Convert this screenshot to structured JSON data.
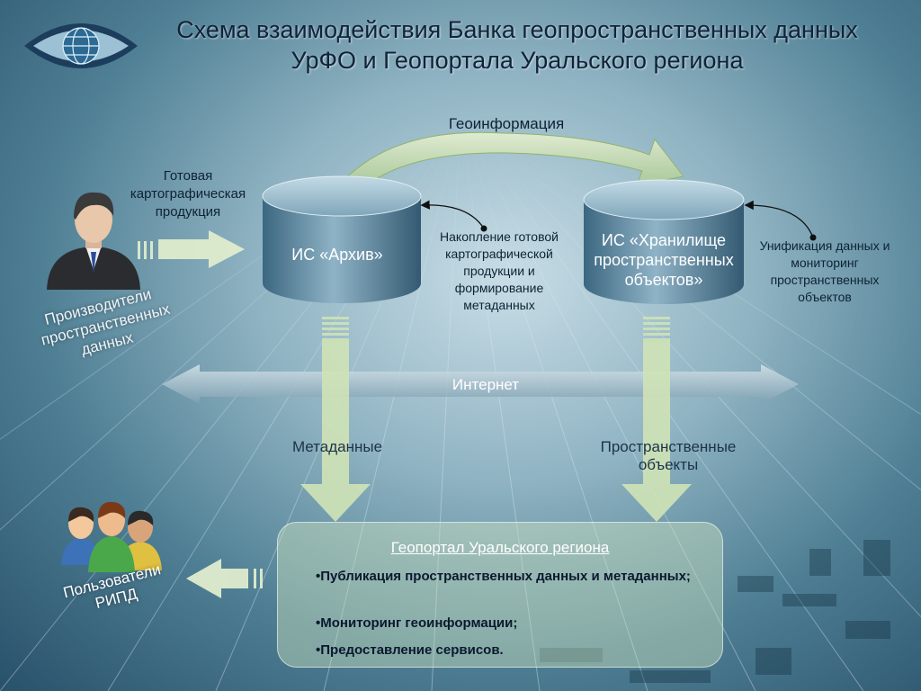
{
  "title": {
    "line1": "Схема взаимодействия Банка геопространственных данных",
    "line2": "УрФО и Геопортала Уральского региона"
  },
  "labels": {
    "geoinformation": "Геоинформация",
    "ready_products": "Готовая картографическая продукция",
    "is_archive": "ИС «Архив»",
    "accumulation": "Накопление готовой картографической продукции и формирование метаданных",
    "is_storage": "ИС «Хранилище пространственных объектов»",
    "unification": "Унификация данных и мониторинг пространственных объектов",
    "internet": "Интернет",
    "metadata": "Метаданные",
    "spatial_objects": "Пространственные объекты",
    "producers": "Производители пространственных данных",
    "users": "Пользователи РИПД"
  },
  "portal": {
    "title": "Геопортал Уральского региона",
    "items": [
      "•Публикация пространственных данных и метаданных;",
      "•Мониторинг геоинформации;",
      "•Предоставление сервисов."
    ]
  }
}
